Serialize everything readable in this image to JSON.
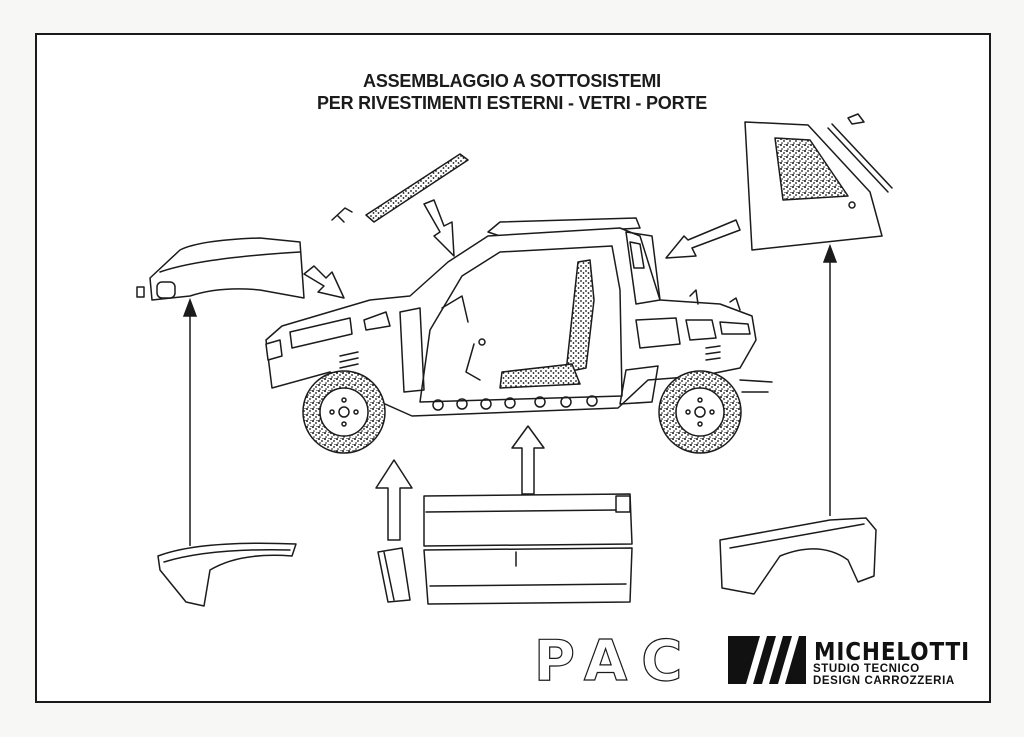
{
  "title": {
    "line1": "ASSEMBLAGGIO A SOTTOSISTEMI",
    "line2": "PER RIVESTIMENTI ESTERNI - VETRI - PORTE"
  },
  "logos": {
    "product": "PAC",
    "brand": "MICHELOTTI"
  },
  "brand_sub": {
    "line1": "STUDIO TECNICO",
    "line2": "DESIGN CARROZZERIA"
  },
  "colors": {
    "ink": "#1b1b1b",
    "paper": "#ffffff",
    "background": "#f7f7f6"
  }
}
